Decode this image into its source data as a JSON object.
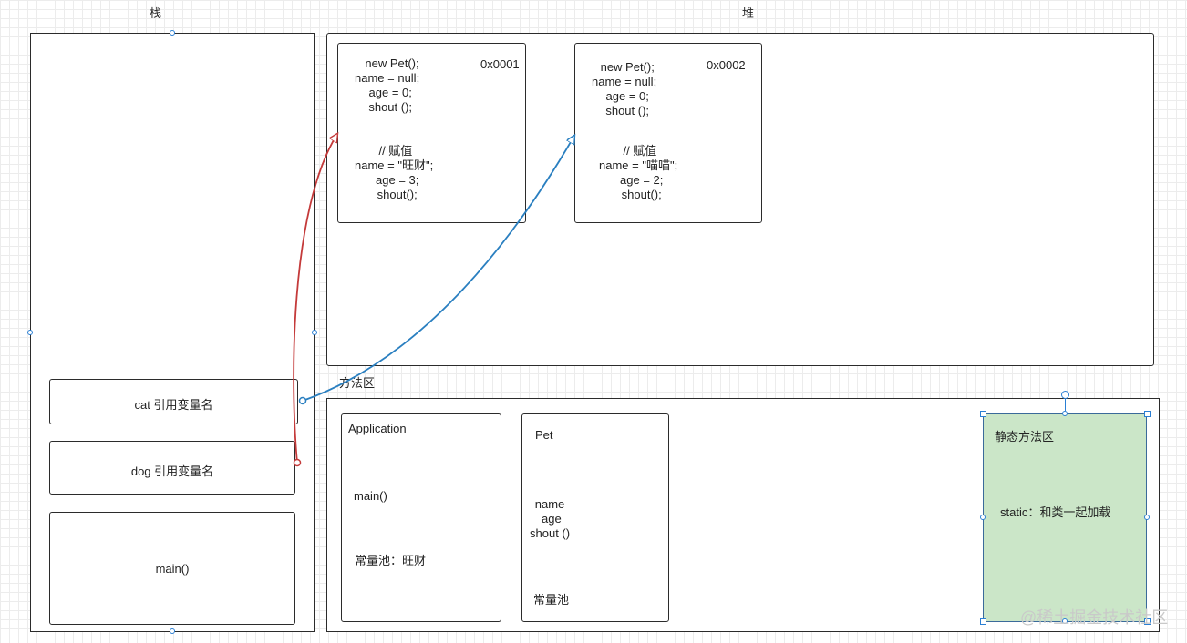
{
  "labels": {
    "stack": "栈",
    "heap": "堆",
    "method_area": "方法区"
  },
  "stack": {
    "cat_ref": "cat   引用变量名",
    "dog_ref": "dog   引用变量名",
    "main": "main()"
  },
  "heap_objects": [
    {
      "address": "0x0001",
      "init_lines": "   new Pet();\nname = null;\n  age = 0;\n  shout ();",
      "assign_lines": " // 赋值\nname = \"旺财\";\n  age = 3;\n  shout();"
    },
    {
      "address": "0x0002",
      "init_lines": "  new Pet();\nname = null;\n  age = 0;\n  shout ();",
      "assign_lines": " // 赋值\nname = \"喵喵\";\n  age = 2;\n  shout();"
    }
  ],
  "method_area": {
    "application": {
      "title": "Application",
      "main": "main()",
      "const_pool": "常量池：旺财"
    },
    "pet": {
      "title": "Pet",
      "members": "name\n age\nshout ()",
      "const_pool": "常量池"
    },
    "static_area": {
      "title": "静态方法区",
      "desc": "static：和类一起加载",
      "fill_color": "#cbe6c8"
    }
  },
  "colors": {
    "cat_arrow": "#2a7fc0",
    "dog_arrow": "#c43a3a",
    "handle": "#2a7fd4"
  },
  "watermark": "@稀土掘金技术社区"
}
